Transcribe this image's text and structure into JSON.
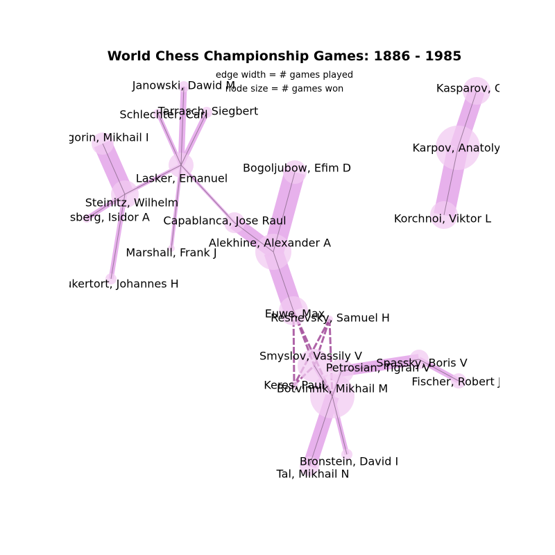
{
  "title": "World Chess Championship Games: 1886 - 1985",
  "notes": {
    "edge_width": "edge width = # games played",
    "node_size": "node size = # games won"
  },
  "colors": {
    "edge": "#e4a9ea",
    "node": "#f1cbf1",
    "edge_line": "#8a6a8a",
    "dark_edge": "#a04898"
  },
  "players": [
    {
      "id": "janowski",
      "name": "Janowski, Dawid M"
    },
    {
      "id": "tarrasch",
      "name": "Tarrasch, Siegbert"
    },
    {
      "id": "schlechter",
      "name": "Schlechter, Carl"
    },
    {
      "id": "chigorin",
      "name": "Chigorin, Mikhail I"
    },
    {
      "id": "lasker",
      "name": "Lasker, Emanuel"
    },
    {
      "id": "steinitz",
      "name": "Steinitz, Wilhelm"
    },
    {
      "id": "gunsberg",
      "name": "Gunsberg, Isidor A"
    },
    {
      "id": "zukertort",
      "name": "Zukertort, Johannes H"
    },
    {
      "id": "marshall",
      "name": "Marshall, Frank J"
    },
    {
      "id": "capablanca",
      "name": "Capablanca, Jose Raul"
    },
    {
      "id": "bogoljubow",
      "name": "Bogoljubow, Efim D"
    },
    {
      "id": "alekhine",
      "name": "Alekhine, Alexander A"
    },
    {
      "id": "euwe",
      "name": "Euwe, Max"
    },
    {
      "id": "reshevsky",
      "name": "Reshevsky, Samuel H"
    },
    {
      "id": "smyslov",
      "name": "Smyslov, Vassily V"
    },
    {
      "id": "keres",
      "name": "Keres, Paul"
    },
    {
      "id": "botvinnik",
      "name": "Botvinnik, Mikhail M"
    },
    {
      "id": "petrosian",
      "name": "Petrosian, Tigran V"
    },
    {
      "id": "spassky",
      "name": "Spassky, Boris V"
    },
    {
      "id": "fischer",
      "name": "Fischer, Robert J"
    },
    {
      "id": "bronstein",
      "name": "Bronstein, David I"
    },
    {
      "id": "tal",
      "name": "Tal, Mikhail N"
    },
    {
      "id": "kasparov",
      "name": "Kasparov, Gary"
    },
    {
      "id": "karpov",
      "name": "Karpov, Anatoly"
    },
    {
      "id": "korchnoi",
      "name": "Korchnoi, Viktor L"
    }
  ]
}
